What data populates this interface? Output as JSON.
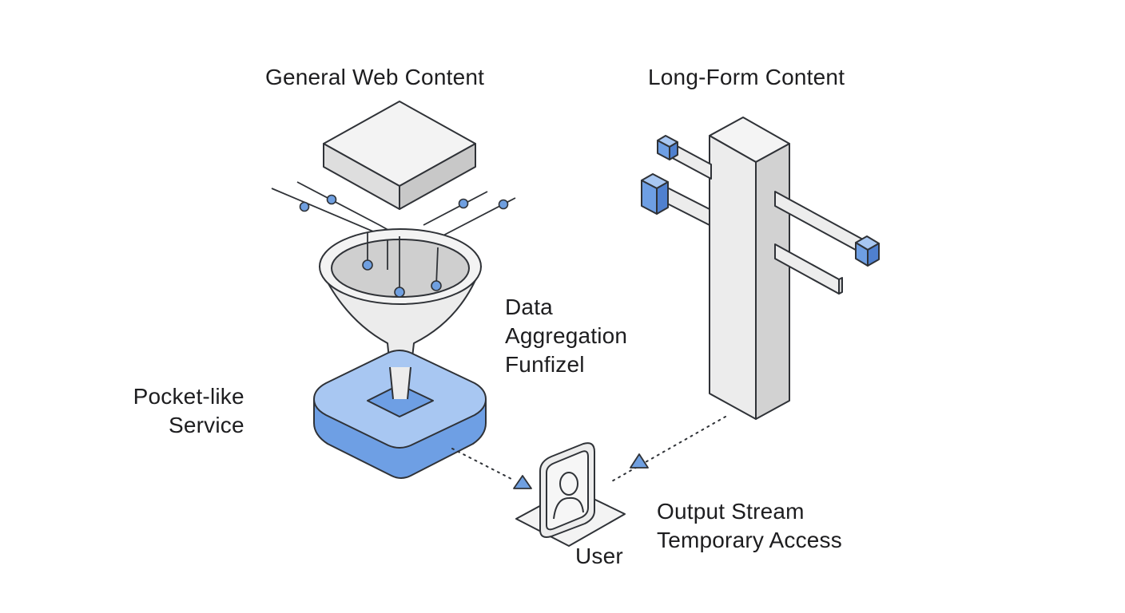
{
  "labels": {
    "general_web_content": "General Web Content",
    "long_form_content": "Long-Form Content",
    "funnel": [
      "Data",
      "Aggregation",
      "Funfizel"
    ],
    "pocket": [
      "Pocket-like",
      "Service"
    ],
    "output": [
      "Output Stream",
      "Temporary Access"
    ],
    "user": "User"
  },
  "colors": {
    "outline": "#2f3237",
    "gray_light": "#f2f2f2",
    "gray_mid": "#dcdcdc",
    "gray_dark": "#c4c4c4",
    "blue_light": "#a9c8f3",
    "blue_mid": "#7ea9e8",
    "blue_dark": "#5b8fdc",
    "dot_blue": "#6f9fe0"
  },
  "icons": [
    "funnel-icon",
    "person-icon",
    "arrow-triangle-icon"
  ]
}
